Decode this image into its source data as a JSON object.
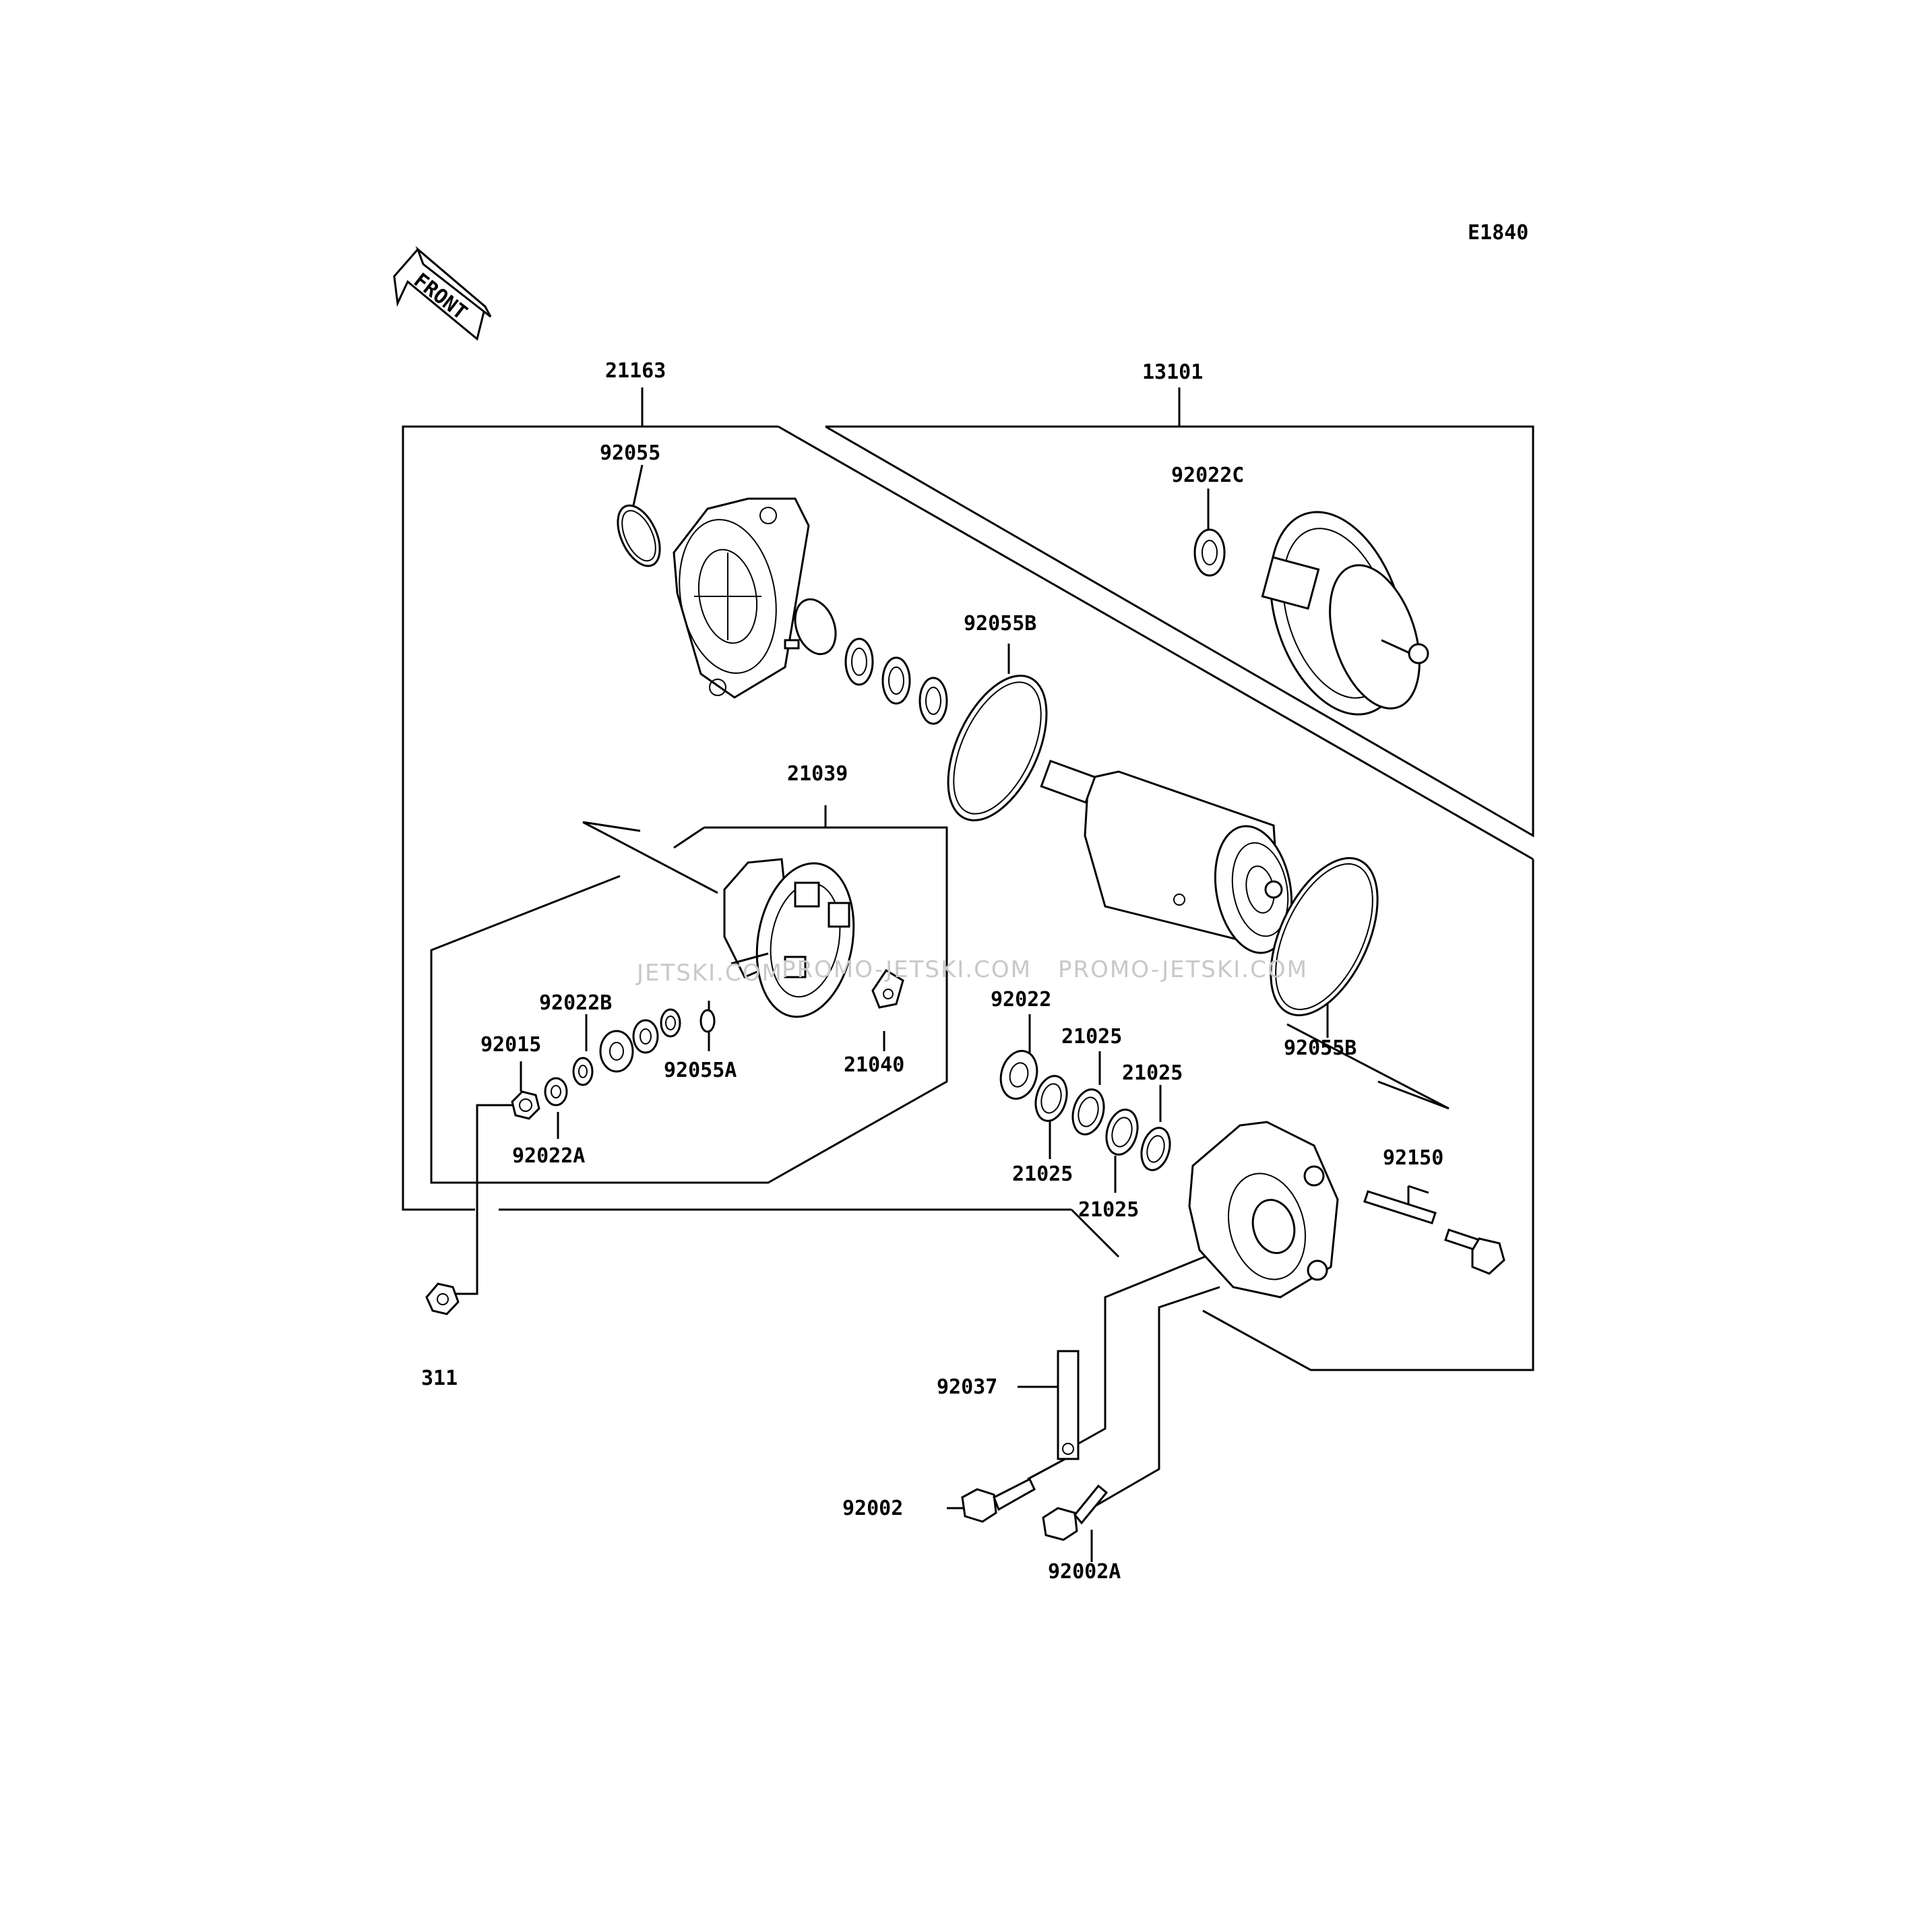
{
  "diagram_code": "E1840",
  "front_label": "FRONT",
  "watermarks": [
    "JETSKI.COM",
    "PROMO-JETSKI.COM",
    "PROMO-JETSKI.COM"
  ],
  "parts": [
    {
      "id": "p21163",
      "label": "21163"
    },
    {
      "id": "p13101",
      "label": "13101"
    },
    {
      "id": "p92055",
      "label": "92055"
    },
    {
      "id": "p92022C",
      "label": "92022C"
    },
    {
      "id": "p92055B_top",
      "label": "92055B"
    },
    {
      "id": "p21039",
      "label": "21039"
    },
    {
      "id": "p92022B",
      "label": "92022B"
    },
    {
      "id": "p92015",
      "label": "92015"
    },
    {
      "id": "p92055A",
      "label": "92055A"
    },
    {
      "id": "p21040",
      "label": "21040"
    },
    {
      "id": "p92022A",
      "label": "92022A"
    },
    {
      "id": "p92022",
      "label": "92022"
    },
    {
      "id": "p21025_a",
      "label": "21025"
    },
    {
      "id": "p21025_b",
      "label": "21025"
    },
    {
      "id": "p21025_c",
      "label": "21025"
    },
    {
      "id": "p21025_d",
      "label": "21025"
    },
    {
      "id": "p92055B_bot",
      "label": "92055B"
    },
    {
      "id": "p92150",
      "label": "92150"
    },
    {
      "id": "p311",
      "label": "311"
    },
    {
      "id": "p92037",
      "label": "92037"
    },
    {
      "id": "p92002",
      "label": "92002"
    },
    {
      "id": "p92002A",
      "label": "92002A"
    }
  ]
}
